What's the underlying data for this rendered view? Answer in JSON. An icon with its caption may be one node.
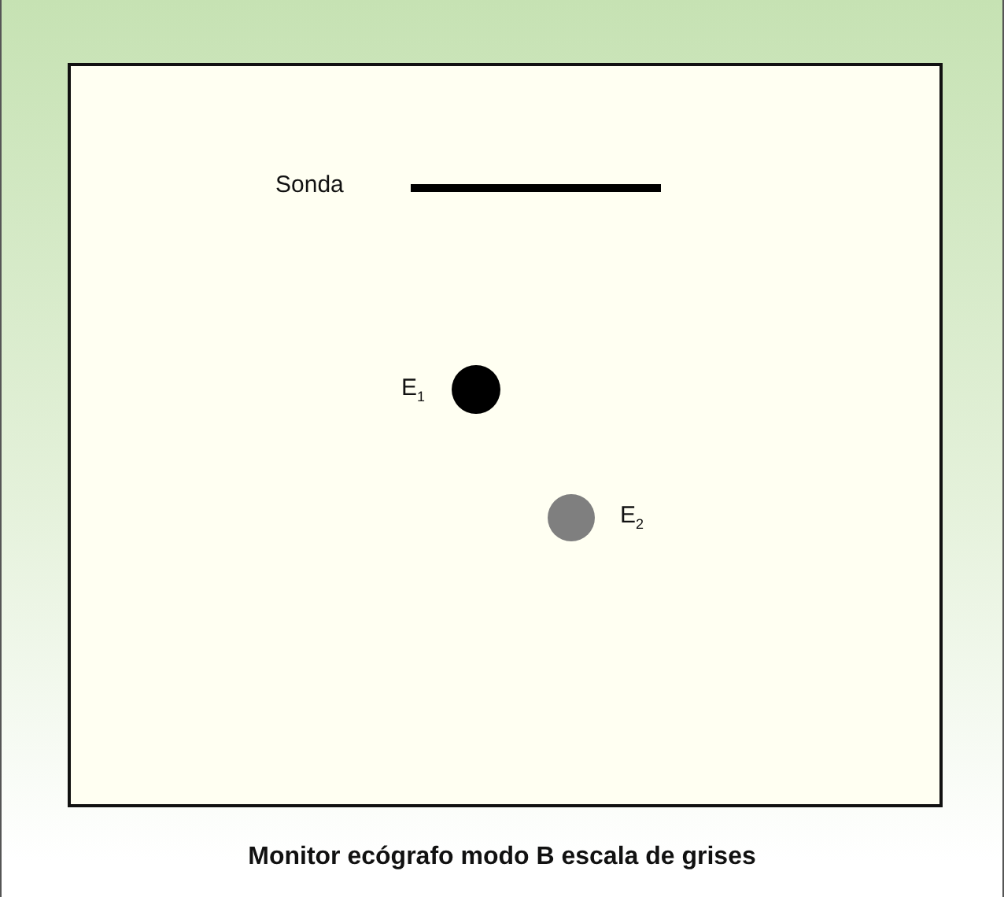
{
  "diagram": {
    "caption": "Monitor ecógrafo modo B escala de grises",
    "nodes": [
      {
        "text": [],
        "shape": "bar",
        "beside": [
          "Sonda"
        ]
      },
      {
        "text": [],
        "shape": "circle",
        "beside": [
          "E$_{1}$"
        ]
      },
      {
        "text": [],
        "shape": "circle",
        "beside": [
          "E$_{2}$"
        ]
      }
    ]
  }
}
